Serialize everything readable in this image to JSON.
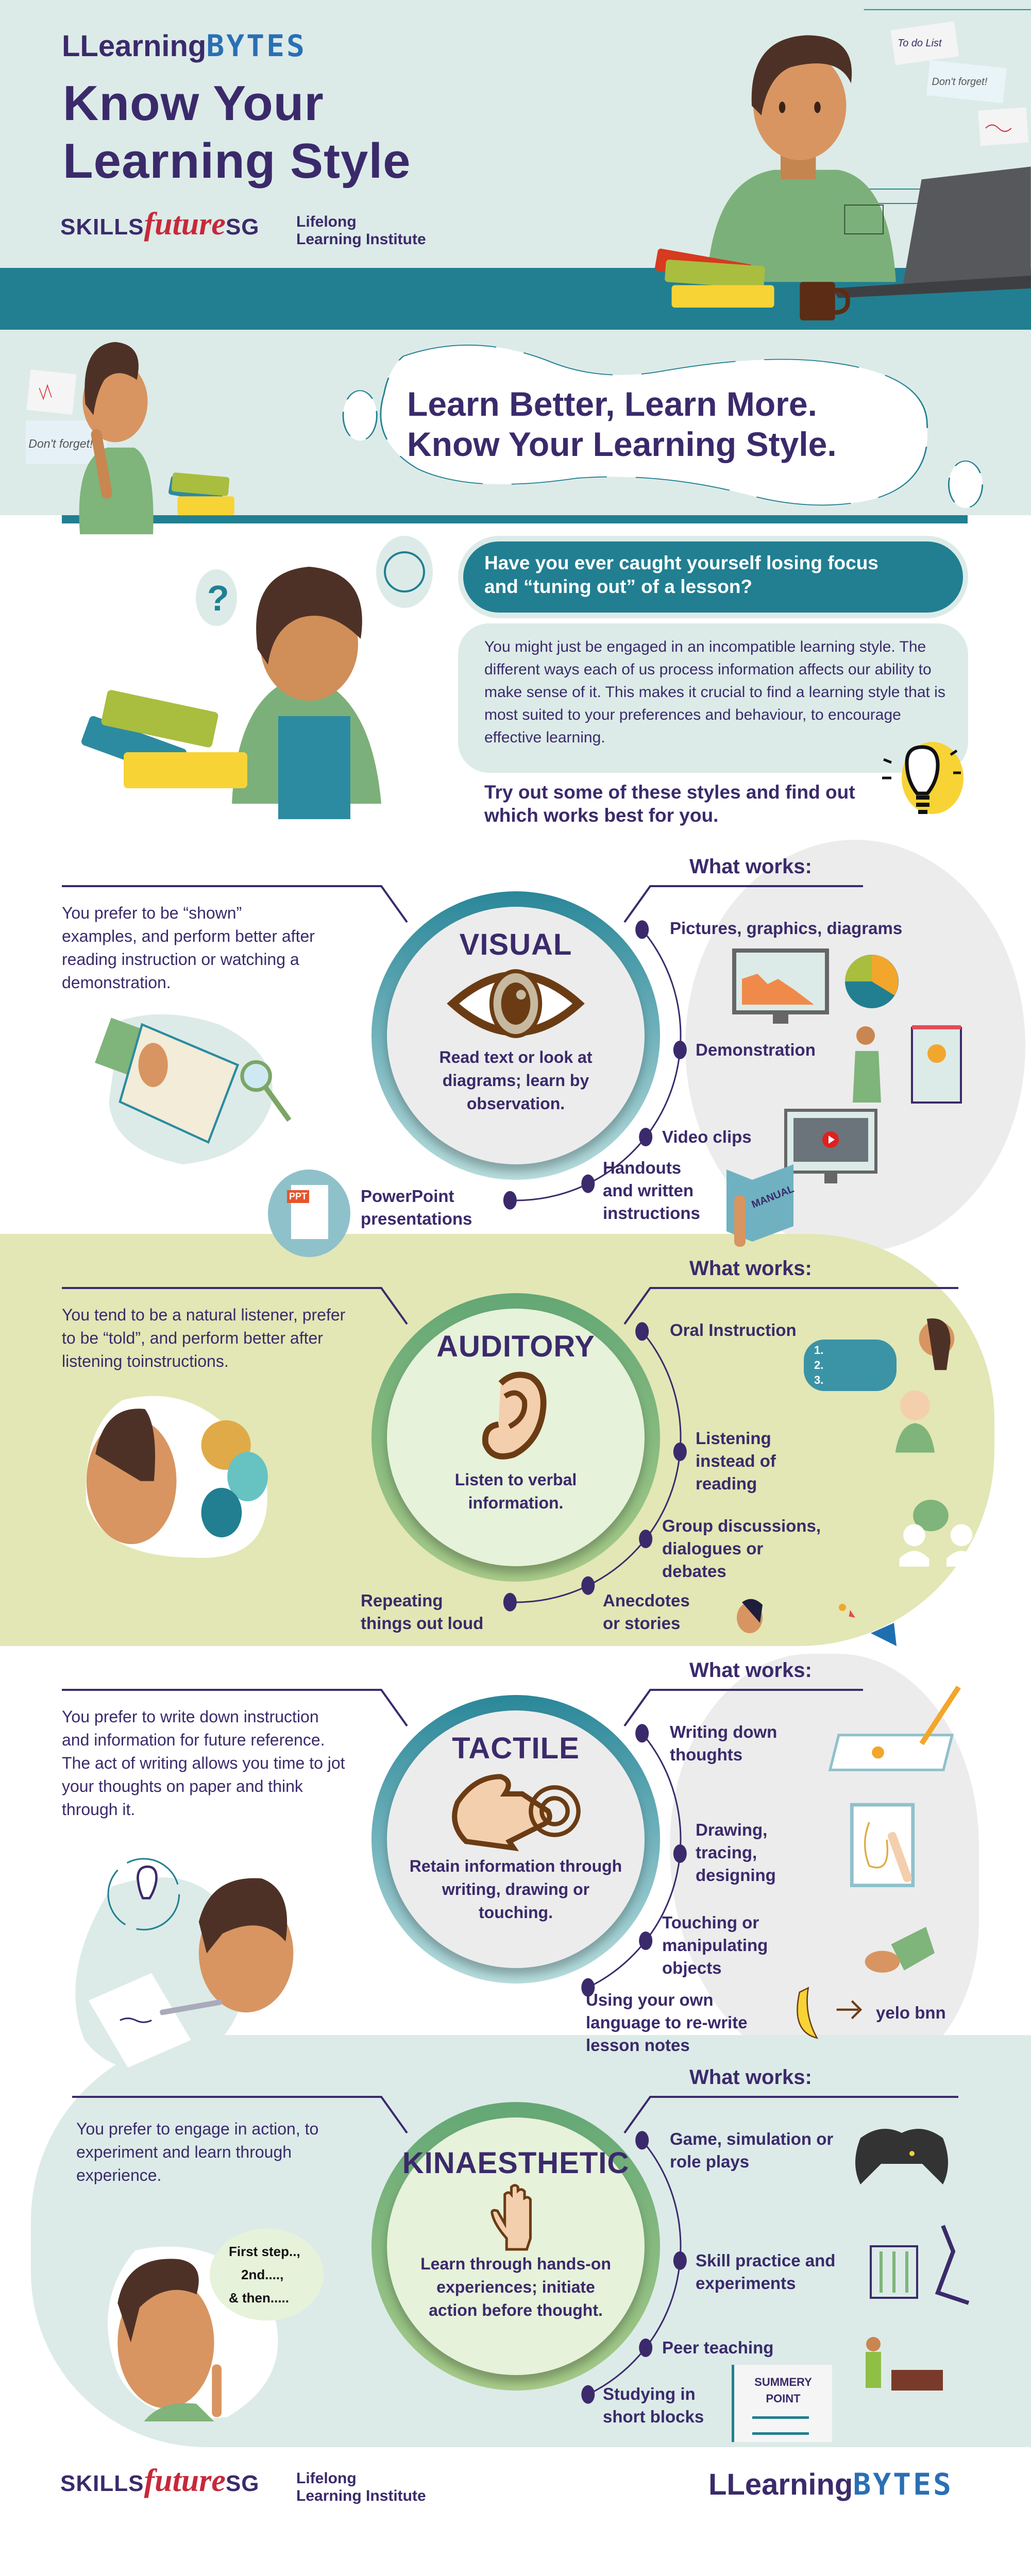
{
  "header": {
    "brand_learning": "LLearning",
    "brand_bytes": "BYTES",
    "title_line1": "Know Your",
    "title_line2": "Learning Style",
    "skills": "SKILLS",
    "future": "future",
    "sg": "SG",
    "institute_line1": "Lifelong",
    "institute_line2": "Learning Institute",
    "sticky_note_1": "To do List",
    "sticky_note_2": "Don't forget!"
  },
  "banner": {
    "line1": "Learn Better, Learn More.",
    "line2": "Know Your Learning Style.",
    "note": "Don't forget!"
  },
  "intro": {
    "question": "Have you ever caught yourself losing focus and “tuning out” of a lesson?",
    "body": "You might just be engaged in an incompatible learning style. The different ways each of us process information affects our ability to make sense of it. This makes it crucial to find a learning style that is most suited to your preferences and behaviour, to encourage effective learning.",
    "cta": "Try out some of these styles and find out which works best for you."
  },
  "what_works_label": "What works:",
  "styles": [
    {
      "title": "VISUAL",
      "icon": "eye-icon",
      "caption": "Read text or look at diagrams; learn by observation.",
      "description": "You prefer to be “shown” examples, and perform better after reading instruction or watching a demonstration.",
      "items": [
        "Pictures, graphics, diagrams",
        "Demonstration",
        "Video clips",
        "Handouts and written instructions",
        "PowerPoint presentations"
      ],
      "ring_color": "#2a8799"
    },
    {
      "title": "AUDITORY",
      "icon": "ear-icon",
      "caption": "Listen to verbal information.",
      "description": "You tend to be a natural listener, prefer to be “told”, and perform better after listening toinstructions.",
      "items": [
        "Oral Instruction",
        "Listening instead of reading",
        "Group discussions, dialogues or debates",
        "Anecdotes or stories",
        "Repeating things out loud"
      ],
      "oral_list": [
        "1.",
        "2.",
        "3."
      ],
      "ring_color": "#63a775"
    },
    {
      "title": "TACTILE",
      "icon": "touch-hand-icon",
      "caption": "Retain information through writing, drawing or touching.",
      "description": "You prefer to write down instruction and information for future reference. The act of writing allows you time to jot your thoughts on paper and think through it.",
      "items": [
        "Writing down thoughts",
        "Drawing, tracing, designing",
        "Touching or manipulating objects",
        "Using your own language to re-write lesson notes"
      ],
      "rewrite_example": "yelo bnn",
      "ring_color": "#2a8799"
    },
    {
      "title": "KINAESTHETIC",
      "icon": "raised-hand-icon",
      "caption": "Learn through hands-on experiences; initiate action before thought.",
      "description": "You prefer to engage in action, to experiment and learn through experience.",
      "items": [
        "Game, simulation or role plays",
        "Skill practice and experiments",
        "Peer teaching",
        "Studying in short blocks"
      ],
      "speech": [
        "First step..,",
        "2nd....,",
        "& then....."
      ],
      "summary_card": [
        "SUMMERY",
        "POINT"
      ],
      "ring_color": "#63a775"
    }
  ],
  "visual_icons": {
    "ppt": "PPT",
    "manual": "MANUAL"
  },
  "footer": {
    "skills": "SKILLS",
    "future": "future",
    "sg": "SG",
    "institute_line1": "Lifelong",
    "institute_line2": "Learning Institute",
    "brand_learning": "LLearning",
    "brand_bytes": "BYTES"
  },
  "colors": {
    "purple": "#3b2a6b",
    "teal": "#217f91",
    "light_bg": "#dcebe8",
    "green_bg": "#e2e7b5",
    "red": "#c8283a"
  }
}
